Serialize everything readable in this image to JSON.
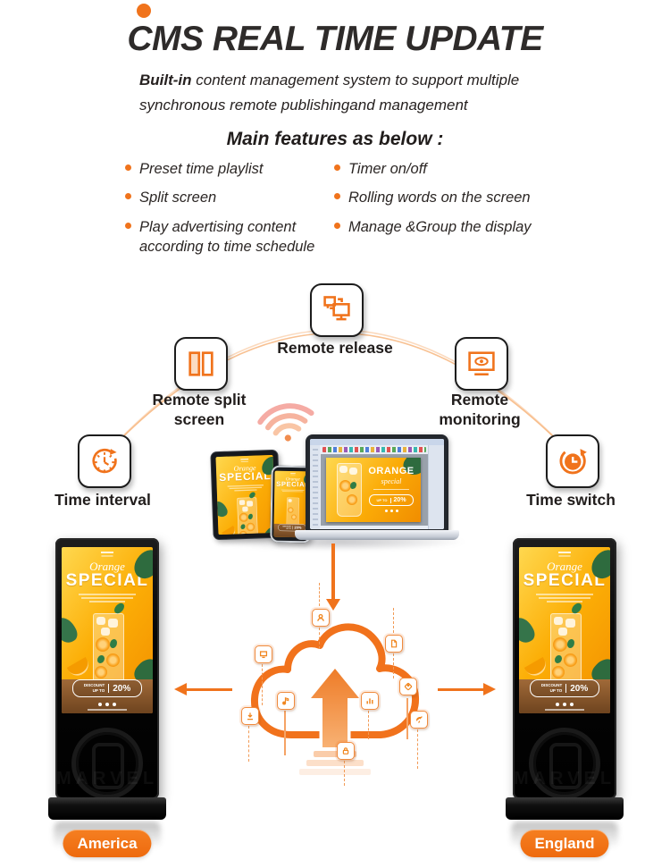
{
  "colors": {
    "accent": "#F0731C",
    "title": "#2E2B2A",
    "pill": "#EE6A0E",
    "arc": "#F5A664"
  },
  "header": {
    "title": "CMS REAL TIME UPDATE",
    "subtitle_bold": "Built-in",
    "subtitle_line1_rest": " content management system to support multiple",
    "subtitle_line2": "synchronous remote publishingand management"
  },
  "features": {
    "heading": "Main features as below :",
    "left": [
      "Preset time playlist",
      "Split screen",
      "Play advertising content according to time schedule"
    ],
    "right": [
      "Timer on/off",
      "Rolling words on the screen",
      "Manage &Group the display"
    ]
  },
  "nodes": {
    "remote_release": {
      "label": "Remote release",
      "icon": "networked-monitors-icon"
    },
    "remote_split": {
      "label": "Remote split screen",
      "icon": "split-screen-icon"
    },
    "remote_monitoring": {
      "label": "Remote monitoring",
      "icon": "monitor-eye-icon"
    },
    "time_interval": {
      "label": "Time interval",
      "icon": "clock-interval-icon"
    },
    "time_switch": {
      "label": "Time switch",
      "icon": "clock-history-icon"
    }
  },
  "satellites": [
    "user-icon",
    "file-icon",
    "monitor-icon",
    "tag-icon",
    "music-icon",
    "chart-icon",
    "download-icon",
    "satellite-dish-icon",
    "lock-icon"
  ],
  "poster": {
    "brand_script": "Orange",
    "title": "SPECIAL",
    "discount_line1": "DISCOUNT",
    "discount_line2": "UP TO",
    "discount_value": "20%",
    "laptop_title": "ORANGE",
    "laptop_script": "special"
  },
  "kiosks": {
    "left_label": "America",
    "right_label": "England"
  },
  "watermark": "MARVEL"
}
